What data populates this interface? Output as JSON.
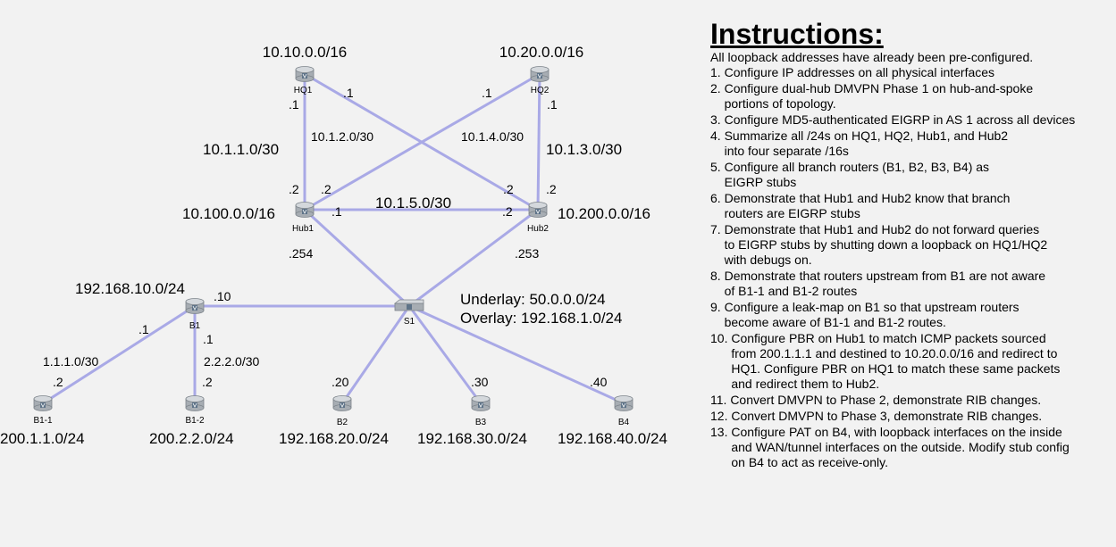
{
  "colors": {
    "background": "#f2f2f2",
    "link": "#a9a9e6",
    "router_body": "#a7adb3",
    "router_top": "#d4d8dc",
    "router_badge": "#5e7388",
    "text": "#000000"
  },
  "devices": [
    {
      "id": "HQ1",
      "label": "HQ1",
      "kind": "router"
    },
    {
      "id": "HQ2",
      "label": "HQ2",
      "kind": "router"
    },
    {
      "id": "Hub1",
      "label": "Hub1",
      "kind": "router"
    },
    {
      "id": "Hub2",
      "label": "Hub2",
      "kind": "router"
    },
    {
      "id": "S1",
      "label": "S1",
      "kind": "switch"
    },
    {
      "id": "B1",
      "label": "B1",
      "kind": "router"
    },
    {
      "id": "B1-1",
      "label": "B1-1",
      "kind": "router"
    },
    {
      "id": "B1-2",
      "label": "B1-2",
      "kind": "router"
    },
    {
      "id": "B2",
      "label": "B2",
      "kind": "router"
    },
    {
      "id": "B3",
      "label": "B3",
      "kind": "router"
    },
    {
      "id": "B4",
      "label": "B4",
      "kind": "router"
    }
  ],
  "links": [
    {
      "from": "HQ1",
      "to": "Hub1"
    },
    {
      "from": "HQ1",
      "to": "Hub2"
    },
    {
      "from": "HQ2",
      "to": "Hub1"
    },
    {
      "from": "HQ2",
      "to": "Hub2"
    },
    {
      "from": "Hub1",
      "to": "Hub2"
    },
    {
      "from": "Hub1",
      "to": "S1"
    },
    {
      "from": "Hub2",
      "to": "S1"
    },
    {
      "from": "B1",
      "to": "S1"
    },
    {
      "from": "S1",
      "to": "B2"
    },
    {
      "from": "S1",
      "to": "B3"
    },
    {
      "from": "S1",
      "to": "B4"
    },
    {
      "from": "B1",
      "to": "B1-1"
    },
    {
      "from": "B1",
      "to": "B1-2"
    }
  ],
  "texts": {
    "hq1_net": "10.10.0.0/16",
    "hq2_net": "10.20.0.0/16",
    "hub1_net": "10.100.0.0/16",
    "hub2_net": "10.200.0.0/16",
    "b1_net": "192.168.10.0/24",
    "b11_net": "200.1.1.0/24",
    "b12_net": "200.2.2.0/24",
    "b2_net": "192.168.20.0/24",
    "b3_net": "192.168.30.0/24",
    "b4_net": "192.168.40.0/24",
    "subnet_1_1": "10.1.1.0/30",
    "subnet_1_2": "10.1.2.0/30",
    "subnet_1_3": "10.1.3.0/30",
    "subnet_1_4": "10.1.4.0/30",
    "subnet_1_5": "10.1.5.0/30",
    "subnet_b11": "1.1.1.0/30",
    "subnet_b12": "2.2.2.0/30",
    "underlay": "Underlay: 50.0.0.0/24",
    "overlay": "Overlay: 192.168.1.0/24",
    "ip_hq1_hub2": ".1",
    "ip_hq2_hub1": ".1",
    "ip_hq1_hub1": ".1",
    "ip_hq2_hub2": ".1",
    "ip_hub1_hq1": ".2",
    "ip_hub1_hq2": ".2",
    "ip_hub2_hq1": ".2",
    "ip_hub2_hq2": ".2",
    "ip_hub1_hub2": ".1",
    "ip_hub2_hub1": ".2",
    "ip_hub1_s1": ".254",
    "ip_hub2_s1": ".253",
    "ip_b1_s1": ".10",
    "ip_b1_b11": ".1",
    "ip_b1_b12": ".1",
    "ip_b11": ".2",
    "ip_b12": ".2",
    "ip_b2": ".20",
    "ip_b3": ".30",
    "ip_b4": ".40"
  },
  "instructions": {
    "title": "Instructions:",
    "intro": "All loopback addresses have already been pre-configured.",
    "steps": [
      {
        "num": "1. ",
        "lines": [
          "Configure IP addresses on all physical interfaces"
        ]
      },
      {
        "num": "2. ",
        "lines": [
          "Configure dual-hub DMVPN Phase 1 on hub-and-spoke",
          "portions of topology."
        ]
      },
      {
        "num": "3. ",
        "lines": [
          "Configure MD5-authenticated EIGRP in AS 1 across all devices"
        ]
      },
      {
        "num": "4. ",
        "lines": [
          "Summarize all /24s on HQ1, HQ2, Hub1, and Hub2",
          "into four separate /16s"
        ]
      },
      {
        "num": "5. ",
        "lines": [
          "Configure all branch routers (B1, B2, B3, B4) as",
          "EIGRP stubs"
        ]
      },
      {
        "num": "6. ",
        "lines": [
          "Demonstrate that Hub1 and Hub2 know that branch",
          "routers are EIGRP stubs"
        ]
      },
      {
        "num": "7. ",
        "lines": [
          "Demonstrate that Hub1 and Hub2 do not forward queries",
          "to EIGRP stubs by shutting down a loopback on HQ1/HQ2",
          "with debugs on."
        ]
      },
      {
        "num": "8. ",
        "lines": [
          "Demonstrate that routers upstream from B1 are not aware",
          "of B1-1 and B1-2 routes"
        ]
      },
      {
        "num": "9. ",
        "lines": [
          "Configure a leak-map on B1 so that upstream routers",
          "become aware of B1-1 and B1-2 routes."
        ]
      },
      {
        "num": "10. ",
        "lines": [
          "Configure PBR on Hub1 to match ICMP packets sourced",
          "from 200.1.1.1 and destined to 10.20.0.0/16 and redirect to",
          "HQ1. Configure PBR on HQ1 to match these same packets",
          "and redirect them to Hub2."
        ]
      },
      {
        "num": "11. ",
        "lines": [
          "Convert DMVPN to Phase 2, demonstrate RIB changes."
        ]
      },
      {
        "num": "12. ",
        "lines": [
          "Convert DMVPN to Phase 3, demonstrate RIB changes."
        ]
      },
      {
        "num": "13. ",
        "lines": [
          "Configure PAT on B4, with loopback interfaces on the inside",
          "and WAN/tunnel interfaces on the outside. Modify stub config",
          "on B4 to act as receive-only."
        ]
      }
    ]
  }
}
